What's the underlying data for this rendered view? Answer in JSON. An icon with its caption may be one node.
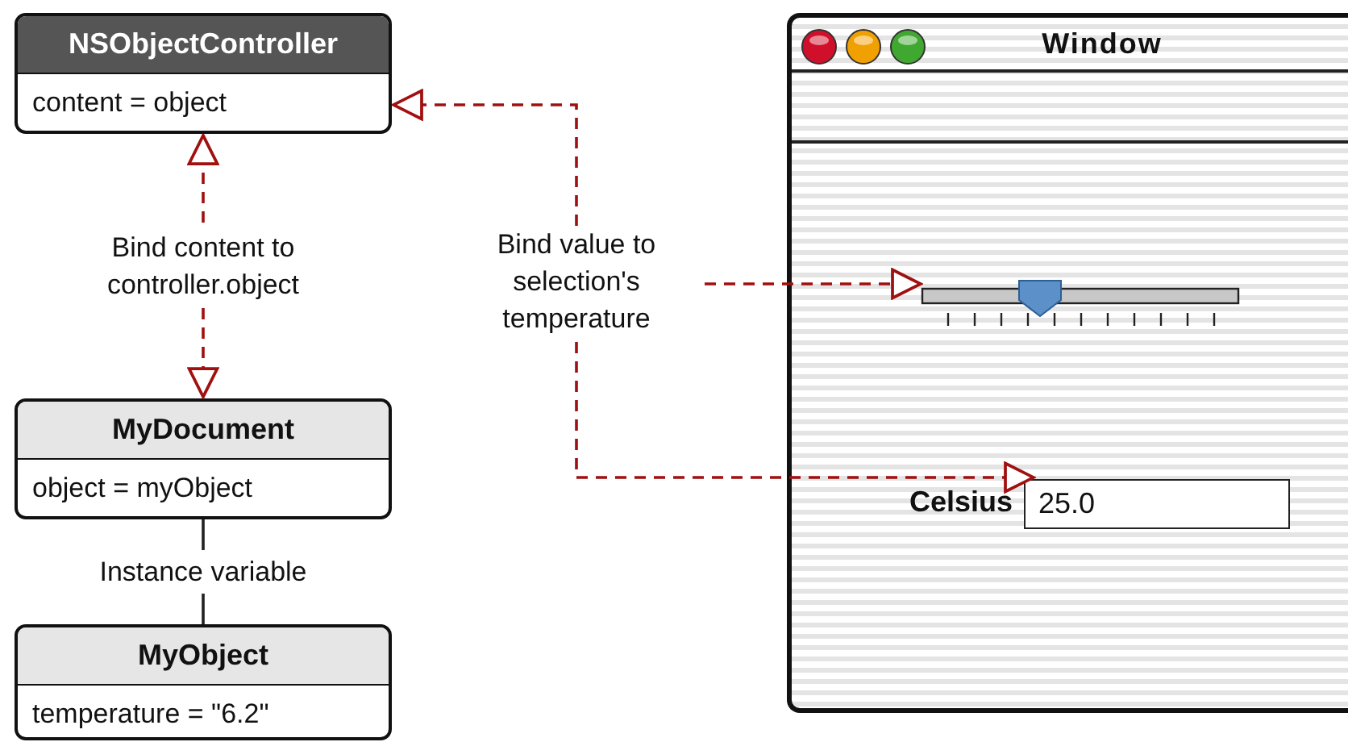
{
  "diagram": {
    "nodes": [
      {
        "text": [
          "NSObjectController",
          "content = object"
        ]
      },
      {
        "text": [
          "MyDocument",
          "object = myObject"
        ]
      },
      {
        "text": [
          "MyObject",
          "temperature = \"6.2\""
        ]
      },
      {
        "text": [
          "Window"
        ]
      },
      {
        "text": [],
        "shape": "slider",
        "in": 3
      },
      {
        "text": [
          "25.0"
        ],
        "in": 3,
        "beside": [
          "Celsius"
        ]
      },
      {
        "text": [
          "Bind value to selection's temperature"
        ]
      }
    ],
    "edges": [
      {
        "from": 6,
        "to": 0,
        "arrow": "to",
        "style": "dashed",
        "color": "#a01010"
      },
      {
        "from": 6,
        "to": 4,
        "arrow": "to",
        "style": "dashed",
        "color": "#a01010"
      },
      {
        "from": 6,
        "to": 5,
        "arrow": "to",
        "style": "dashed",
        "color": "#a01010"
      },
      {
        "from": 1,
        "to": 0,
        "arrow": "both",
        "label": "Bind content to controller.object",
        "style": "dashed",
        "color": "#a01010"
      },
      {
        "from": 1,
        "to": 2,
        "arrow": "none",
        "label": "Instance variable",
        "color": "#222222"
      }
    ]
  }
}
